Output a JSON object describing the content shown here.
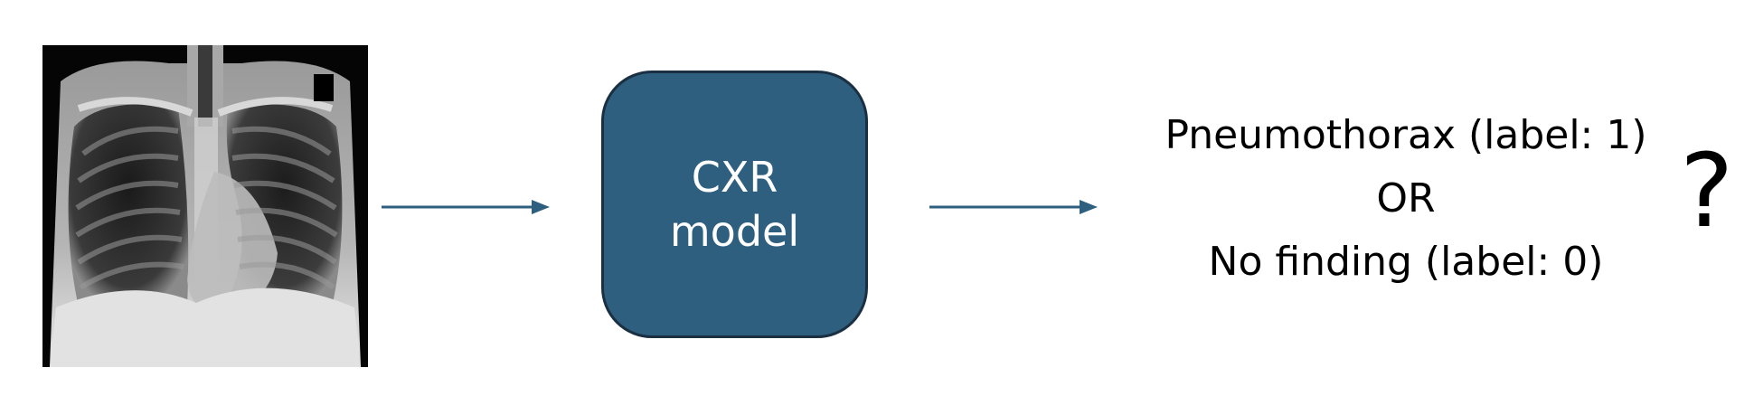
{
  "input_image": {
    "icon": "chest-xray-image"
  },
  "model": {
    "line1": "CXR",
    "line2": "model",
    "fill_color": "#2e5f7f",
    "border_color": "#1a3042"
  },
  "arrows": {
    "color": "#2e5f7f"
  },
  "outputs": {
    "option_a": "Pneumothorax (label: 1)",
    "separator": "OR",
    "option_b": "No finding (label: 0)"
  },
  "question_mark": "?"
}
